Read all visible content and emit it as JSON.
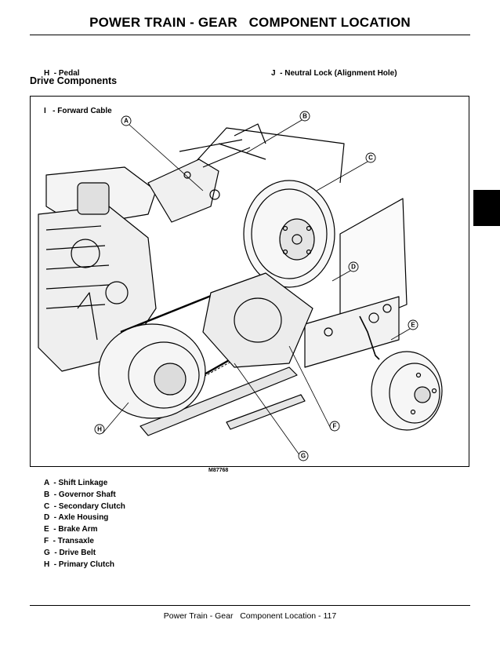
{
  "page": {
    "title": "POWER TRAIN - GEAR   COMPONENT LOCATION",
    "footer": "Power Train - Gear   Component Location - 117"
  },
  "prev_legend": {
    "left": [
      "H  - Pedal",
      "I   - Forward Cable"
    ],
    "right": [
      "J  - Neutral Lock (Alignment Hole)"
    ]
  },
  "section": {
    "heading": "Drive Components",
    "figure_id": "M87768",
    "callouts": [
      "A",
      "B",
      "C",
      "D",
      "E",
      "F",
      "G",
      "H"
    ],
    "legend": [
      "A  - Shift Linkage",
      "B  - Governor Shaft",
      "C  - Secondary Clutch",
      "D  - Axle Housing",
      "E  - Brake Arm",
      "F  - Transaxle",
      "G  - Drive Belt",
      "H  - Primary Clutch"
    ]
  }
}
